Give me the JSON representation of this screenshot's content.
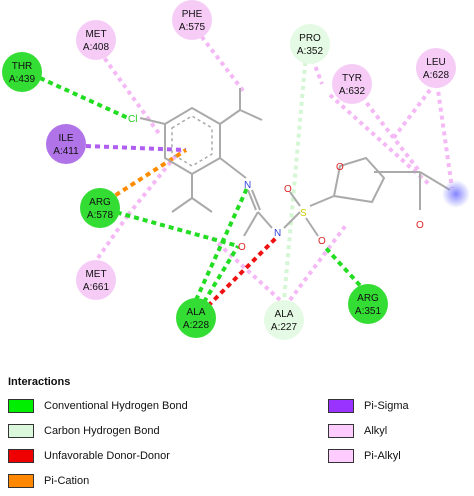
{
  "residues": {
    "thr439": {
      "line1": "THR",
      "line2": "A:439",
      "color": "#33dd33"
    },
    "met408": {
      "line1": "MET",
      "line2": "A:408",
      "color": "#f6ccf6"
    },
    "phe575": {
      "line1": "PHE",
      "line2": "A:575",
      "color": "#f6ccf6"
    },
    "pro352": {
      "line1": "PRO",
      "line2": "A:352",
      "color": "#e4fae4"
    },
    "tyr632": {
      "line1": "TYR",
      "line2": "A:632",
      "color": "#f6ccf6"
    },
    "leu628": {
      "line1": "LEU",
      "line2": "A:628",
      "color": "#f6ccf6"
    },
    "ile411": {
      "line1": "ILE",
      "line2": "A:411",
      "color": "#b173e8"
    },
    "arg578": {
      "line1": "ARG",
      "line2": "A:578",
      "color": "#33dd33"
    },
    "met661": {
      "line1": "MET",
      "line2": "A:661",
      "color": "#f6ccf6"
    },
    "ala228": {
      "line1": "ALA",
      "line2": "A:228",
      "color": "#33dd33"
    },
    "ala227": {
      "line1": "ALA",
      "line2": "A:227",
      "color": "#e4fae4"
    },
    "arg351": {
      "line1": "ARG",
      "line2": "A:351",
      "color": "#33dd33"
    }
  },
  "atoms": {
    "cl": "Cl",
    "n1": "N",
    "n2": "N",
    "o1": "O",
    "o2": "O",
    "o3": "O",
    "o4": "O",
    "s": "S",
    "o5": "O"
  },
  "legend": {
    "title": "Interactions",
    "items": [
      {
        "label": "Conventional Hydrogen Bond",
        "color": "#00ee00"
      },
      {
        "label": "Carbon Hydrogen Bond",
        "color": "#dcf8dc"
      },
      {
        "label": "Unfavorable Donor-Donor",
        "color": "#ee0000"
      },
      {
        "label": "Pi-Cation",
        "color": "#ff8800"
      },
      {
        "label": "Pi-Sigma",
        "color": "#9933ff"
      },
      {
        "label": "Alkyl",
        "color": "#ffccff"
      },
      {
        "label": "Pi-Alkyl",
        "color": "#ffccff"
      }
    ]
  }
}
